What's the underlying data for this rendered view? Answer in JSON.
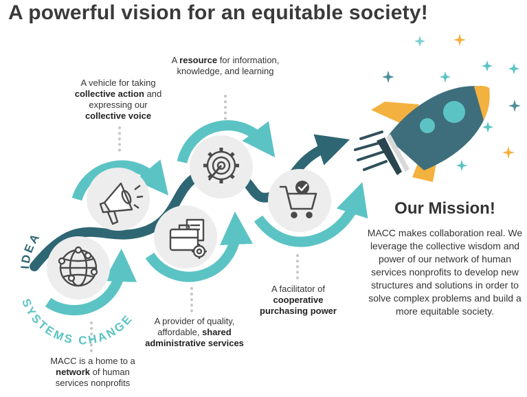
{
  "headline": "A powerful vision for an equitable society!",
  "labels": {
    "idea": "IDEA",
    "systems_change": "SYSTEMS CHANGE"
  },
  "captions": {
    "vehicle": {
      "pre": "A vehicle for taking",
      "bold1": "collective action",
      "mid": " and expressing our",
      "bold2": "collective voice"
    },
    "resource": {
      "pre": "A ",
      "bold": "resource",
      "post": " for information, knowledge, and learning"
    },
    "home": {
      "pre": "MACC is a home to a ",
      "bold": "network",
      "post": " of human services nonprofits"
    },
    "provider": {
      "pre": "A provider of quality, affordable, ",
      "bold1": "shared",
      "bold2": "administrative services"
    },
    "facilitator": {
      "pre": "A facilitator of",
      "bold": "cooperative purchasing power"
    }
  },
  "mission": {
    "title": "Our Mission!",
    "body": "MACC makes collaboration real. We leverage the collective wisdom and power of our network of human services nonprofits to develop new structures and solutions in order to solve complex problems and build a more equitable society."
  },
  "icons": [
    "network-globe-icon",
    "megaphone-icon",
    "briefcase-gear-icon",
    "gear-target-icon",
    "shopping-cart-check-icon",
    "rocket-icon",
    "sparkle-star-icon"
  ],
  "colors": {
    "teal_arrow": "#5cc3c4",
    "dark_path": "#2f6673",
    "rocket_body": "#3e6e7b",
    "rocket_fin": "#f3b13f",
    "icon_circle": "#ededed",
    "text": "#333333"
  }
}
